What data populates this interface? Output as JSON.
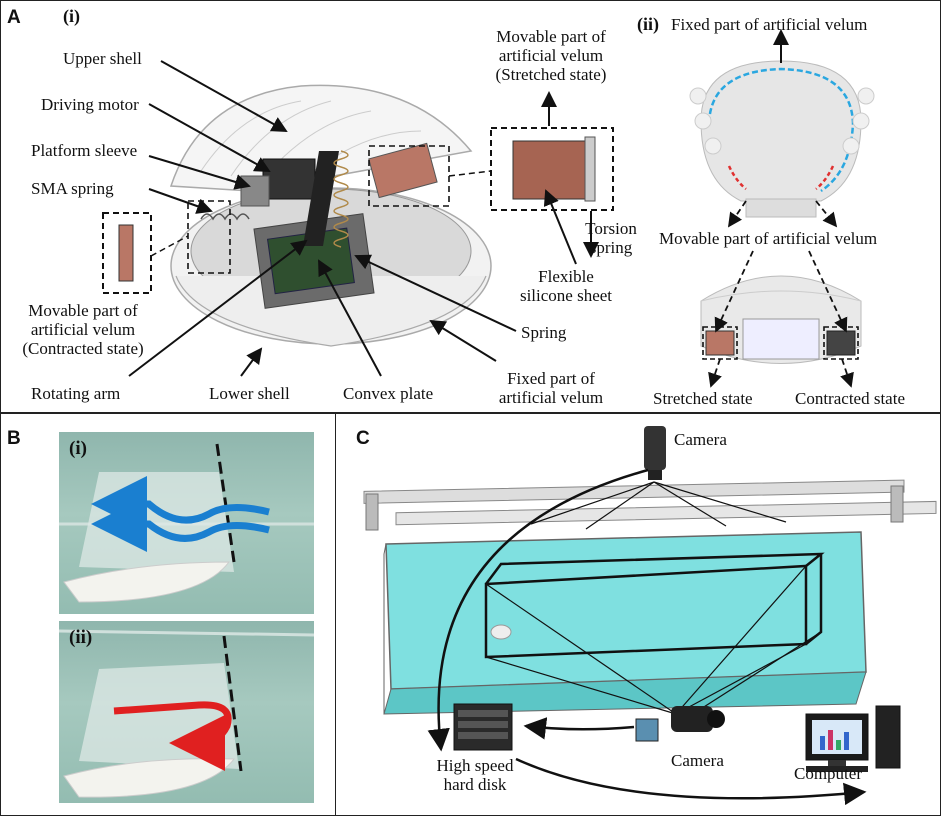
{
  "panelA": {
    "letter": "A",
    "sub_i": "(i)",
    "sub_ii": "(ii)",
    "labels": {
      "upper_shell": "Upper shell",
      "driving_motor": "Driving motor",
      "platform_sleeve": "Platform sleeve",
      "sma_spring": "SMA spring",
      "movable_contracted_1": "Movable part of",
      "movable_contracted_2": "artificial velum",
      "movable_contracted_3": "(Contracted state)",
      "rotating_arm": "Rotating arm",
      "lower_shell": "Lower shell",
      "convex_plate": "Convex plate",
      "fixed_velum_1": "Fixed part of",
      "fixed_velum_2": "artificial velum",
      "spring": "Spring",
      "flexible_1": "Flexible",
      "flexible_2": "silicone sheet",
      "torsion_1": "Torsion",
      "torsion_2": "spring",
      "movable_stretched_1": "Movable part of",
      "movable_stretched_2": "artificial velum",
      "movable_stretched_3": "(Stretched state)",
      "fixed_part_ii": "Fixed part of artificial velum",
      "movable_part_ii": "Movable part of artificial velum",
      "stretched_state": "Stretched state",
      "contracted_state": "Contracted state"
    }
  },
  "panelB": {
    "letter": "B",
    "sub_i": "(i)",
    "sub_ii": "(ii)"
  },
  "panelC": {
    "letter": "C",
    "camera_top": "Camera",
    "camera_side": "Camera",
    "hard_disk_1": "High speed",
    "hard_disk_2": "hard disk",
    "computer": "Computer"
  },
  "colors": {
    "water": "#7fe0e0",
    "flow_blue": "#1a7fd0",
    "flow_red": "#e02020",
    "velum_fixed": "#2aa7e0",
    "velum_movable": "#e03030"
  }
}
